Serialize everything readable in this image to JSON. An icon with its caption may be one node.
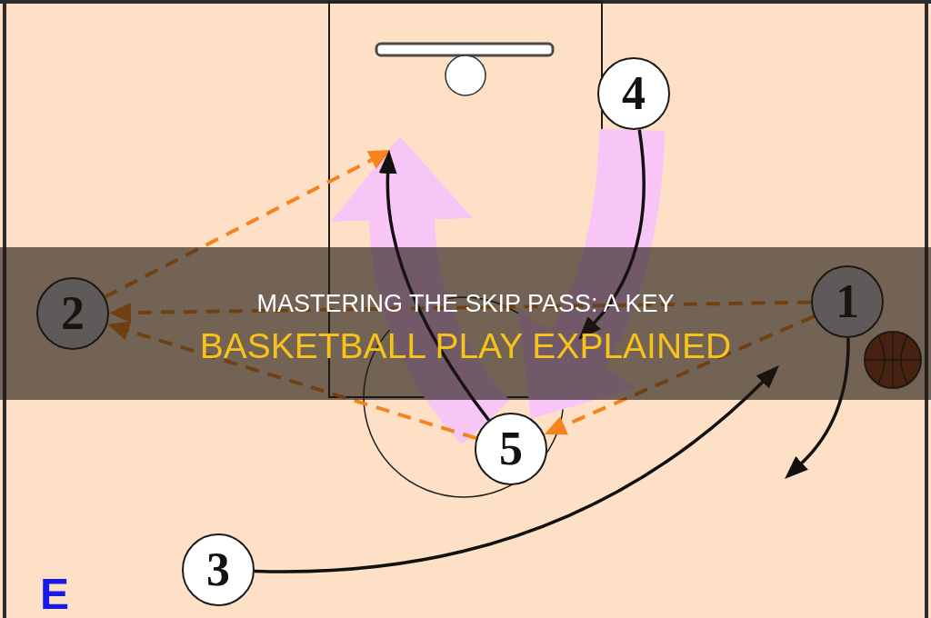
{
  "diagram": {
    "title": "MASTERING THE SKIP PASS: A KEY BASKETBALL PLAY EXPLAINED",
    "nodes": [
      {
        "text": [
          "4"
        ]
      },
      {
        "text": [
          "2"
        ]
      },
      {
        "text": [
          "1"
        ]
      },
      {
        "text": [
          "5"
        ]
      },
      {
        "text": [
          "3"
        ]
      }
    ],
    "edges": [
      {
        "from": 0,
        "to": null,
        "arrow": "to"
      },
      {
        "from": 2,
        "to": 1,
        "arrow": "to",
        "style": "dashed",
        "color": "#f5841f"
      },
      {
        "from": 2,
        "to": 3,
        "arrow": "to",
        "style": "dashed",
        "color": "#f5841f"
      },
      {
        "from": 3,
        "to": 1,
        "arrow": "to",
        "style": "dashed",
        "color": "#f5841f"
      },
      {
        "from": 1,
        "to": null,
        "arrow": "to",
        "style": "dashed",
        "color": "#f5841f"
      },
      {
        "from": 3,
        "to": null,
        "arrow": "to"
      },
      {
        "from": 2,
        "to": null,
        "arrow": "to"
      },
      {
        "from": 4,
        "to": null,
        "arrow": "to"
      },
      {
        "from": 3,
        "to": null,
        "arrow": "to",
        "style": "thick",
        "color": "#f7c6f7"
      },
      {
        "from": 0,
        "to": 3,
        "arrow": "to",
        "style": "thick",
        "color": "#f7c6f7"
      }
    ],
    "labels": [
      "E"
    ]
  }
}
